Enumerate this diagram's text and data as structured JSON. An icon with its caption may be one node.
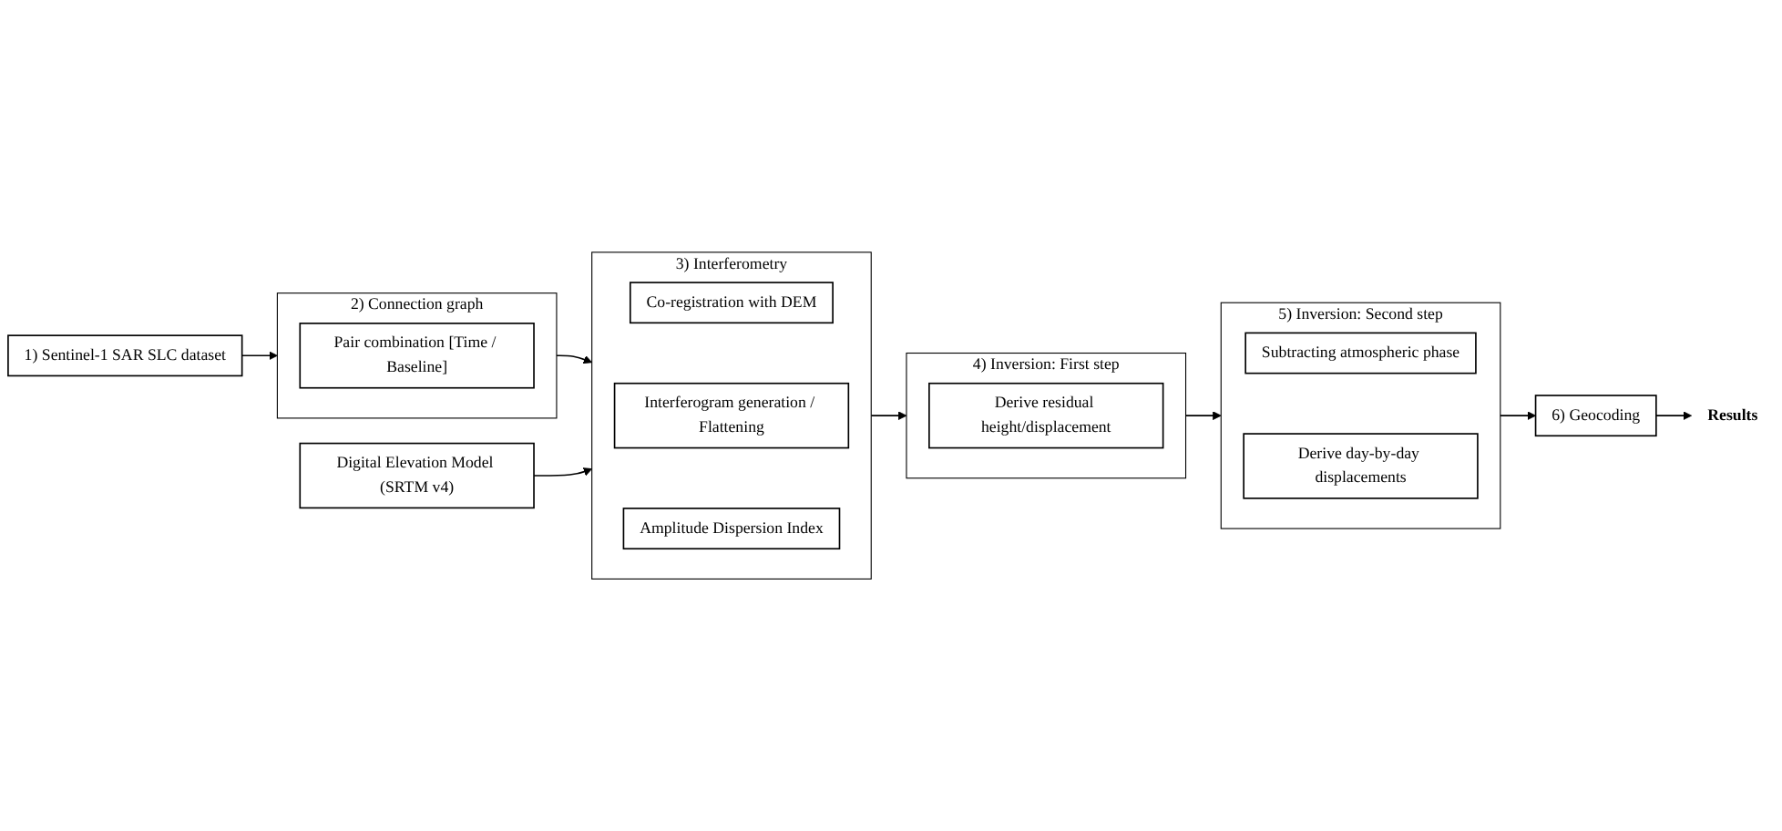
{
  "diagram": {
    "nodes": [
      {
        "text": [
          "1) Sentinel-1 SAR SLC dataset"
        ]
      },
      {
        "text": [
          "2) Connection graph"
        ]
      },
      {
        "text": [
          "Pair combination [Time / Baseline]"
        ],
        "in": 1
      },
      {
        "text": [
          "Digital Elevation Model (SRTM v4)"
        ]
      },
      {
        "text": [
          "3) Interferometry"
        ]
      },
      {
        "text": [
          "Co-registration with DEM"
        ],
        "in": 4
      },
      {
        "text": [
          "Interferogram generation / Flattening"
        ],
        "in": 4
      },
      {
        "text": [
          "Amplitude Dispersion Index"
        ],
        "in": 4
      },
      {
        "text": [
          "4) Inversion: First step"
        ]
      },
      {
        "text": [
          "Derive residual height/displacement"
        ],
        "in": 8
      },
      {
        "text": [
          "5) Inversion: Second step"
        ]
      },
      {
        "text": [
          "Subtracting atmospheric phase"
        ],
        "in": 10
      },
      {
        "text": [
          "Derive day-by-day displacements"
        ],
        "in": 10
      },
      {
        "text": [
          "6) Geocoding"
        ]
      },
      {
        "text": [
          "Results"
        ]
      }
    ],
    "edges": [
      {
        "from": 0,
        "to": 1,
        "arrow": "to"
      },
      {
        "from": 1,
        "to": 4,
        "arrow": "to"
      },
      {
        "from": 3,
        "to": 4,
        "arrow": "to"
      },
      {
        "from": 4,
        "to": 8,
        "arrow": "to"
      },
      {
        "from": 8,
        "to": 10,
        "arrow": "to"
      },
      {
        "from": 10,
        "to": 13,
        "arrow": "to"
      },
      {
        "from": 13,
        "to": 14,
        "arrow": "to"
      }
    ]
  }
}
